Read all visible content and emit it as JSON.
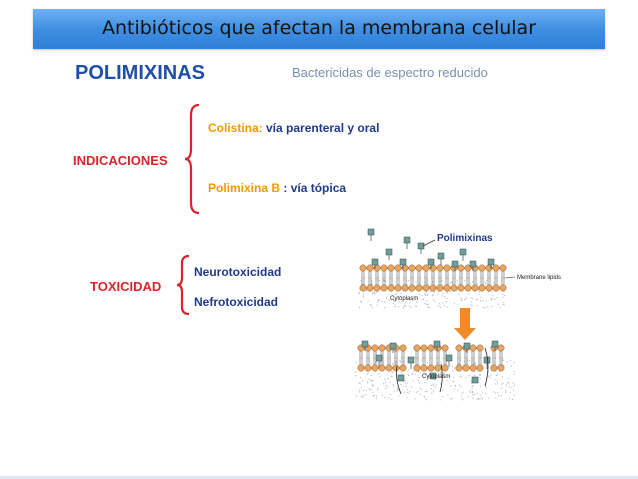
{
  "slide": {
    "title": "Antibióticos que afectan la membrana celular",
    "heading": "POLIMIXINAS",
    "subheading": "Bactericidas de espectro reducido",
    "indicaciones": {
      "label": "INDICACIONES",
      "items": [
        {
          "name": "Colistina:",
          "detail": " vía parenteral y oral"
        },
        {
          "name": "Polimixina B",
          "detail": " : vía tópica"
        }
      ]
    },
    "toxicidad": {
      "label": "TOXICIDAD",
      "items": [
        "Neurotoxicidad",
        "Nefrotoxicidad"
      ]
    }
  },
  "diagram": {
    "callout_label": "Polimixinas",
    "membrane_label": "Membrane lipids",
    "cytoplasm_top": "Cytoplasm",
    "cytoplasm_bottom": "Cytoplasm"
  },
  "colors": {
    "banner": "#3f8fe3",
    "heading": "#1f4fa8",
    "red_labels": "#d9232d",
    "orange_names": "#f29a00",
    "lipid_head": "#e8a560",
    "polymyxin": "#6f9f98",
    "arrow": "#f08a2c"
  }
}
